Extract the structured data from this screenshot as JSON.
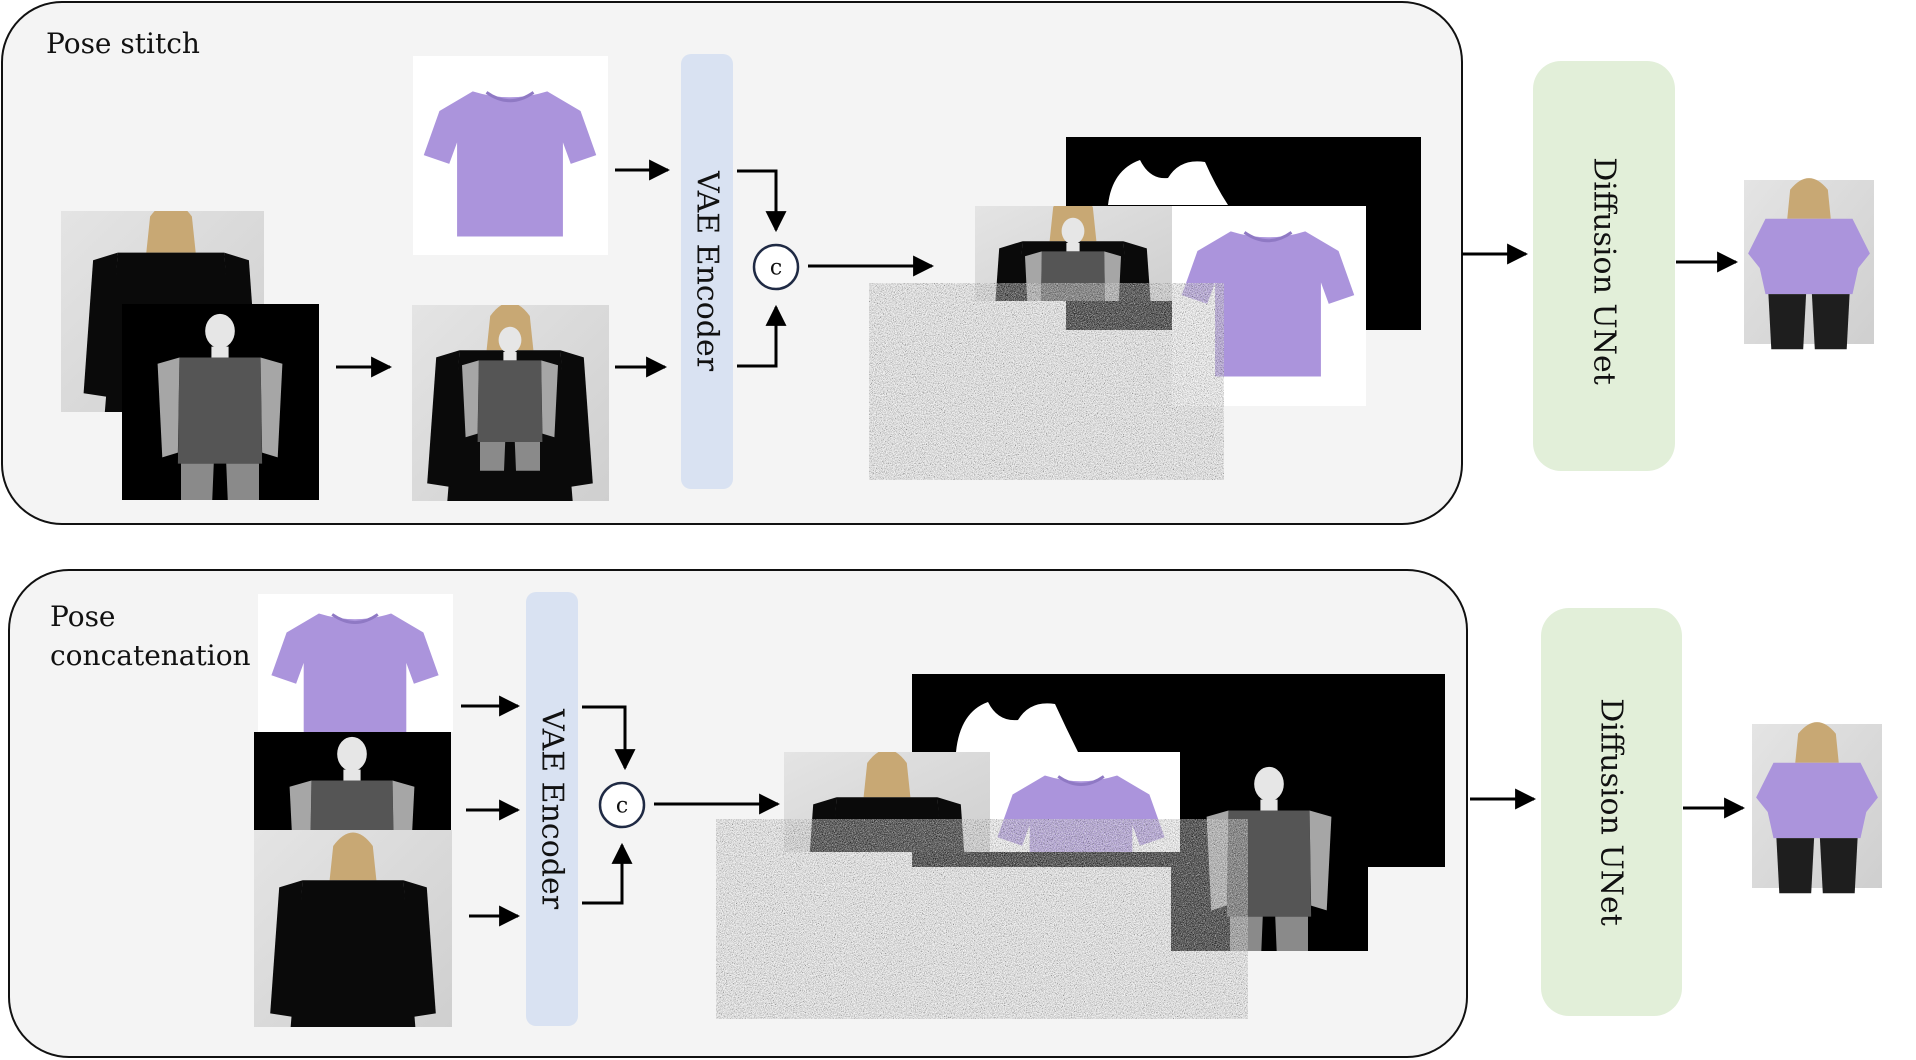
{
  "top_panel": {
    "title": "Pose stitch",
    "encoder_label": "VAE Encoder",
    "concat_symbol": "c",
    "unet_label": "Diffusion UNet"
  },
  "bottom_panel": {
    "title_line1": "Pose",
    "title_line2": "concatenation",
    "encoder_label": "VAE Encoder",
    "concat_symbol": "c",
    "unet_label": "Diffusion UNet"
  },
  "colors": {
    "panel_fill": "#f4f4f4",
    "encoder_fill": "#d9e2f2",
    "unet_fill": "#e2efd9",
    "garment": "#ab94dc",
    "parse_torso": "#555555",
    "parse_arm": "#a6a6a6"
  }
}
